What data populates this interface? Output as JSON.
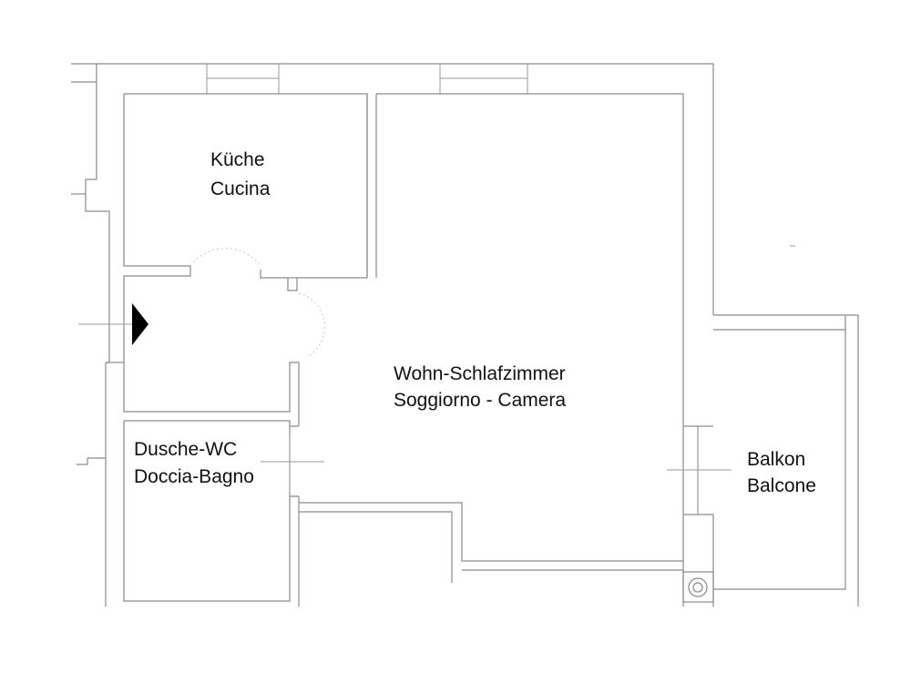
{
  "rooms": {
    "kitchen": {
      "line1": "Küche",
      "line2": "Cucina"
    },
    "living": {
      "line1": "Wohn-Schlafzimmer",
      "line2": "Soggiorno - Camera"
    },
    "bath": {
      "line1": "Dusche-WC",
      "line2": "Doccia-Bagno"
    },
    "balcony": {
      "line1": "Balkon",
      "line2": "Balcone"
    }
  },
  "colors": {
    "wall": "#8a8a8a",
    "text": "#111111",
    "entrance_marker": "#000000"
  },
  "icons": {
    "entrance": "entrance-arrow-icon",
    "chimney": "chimney-circle-icon"
  }
}
